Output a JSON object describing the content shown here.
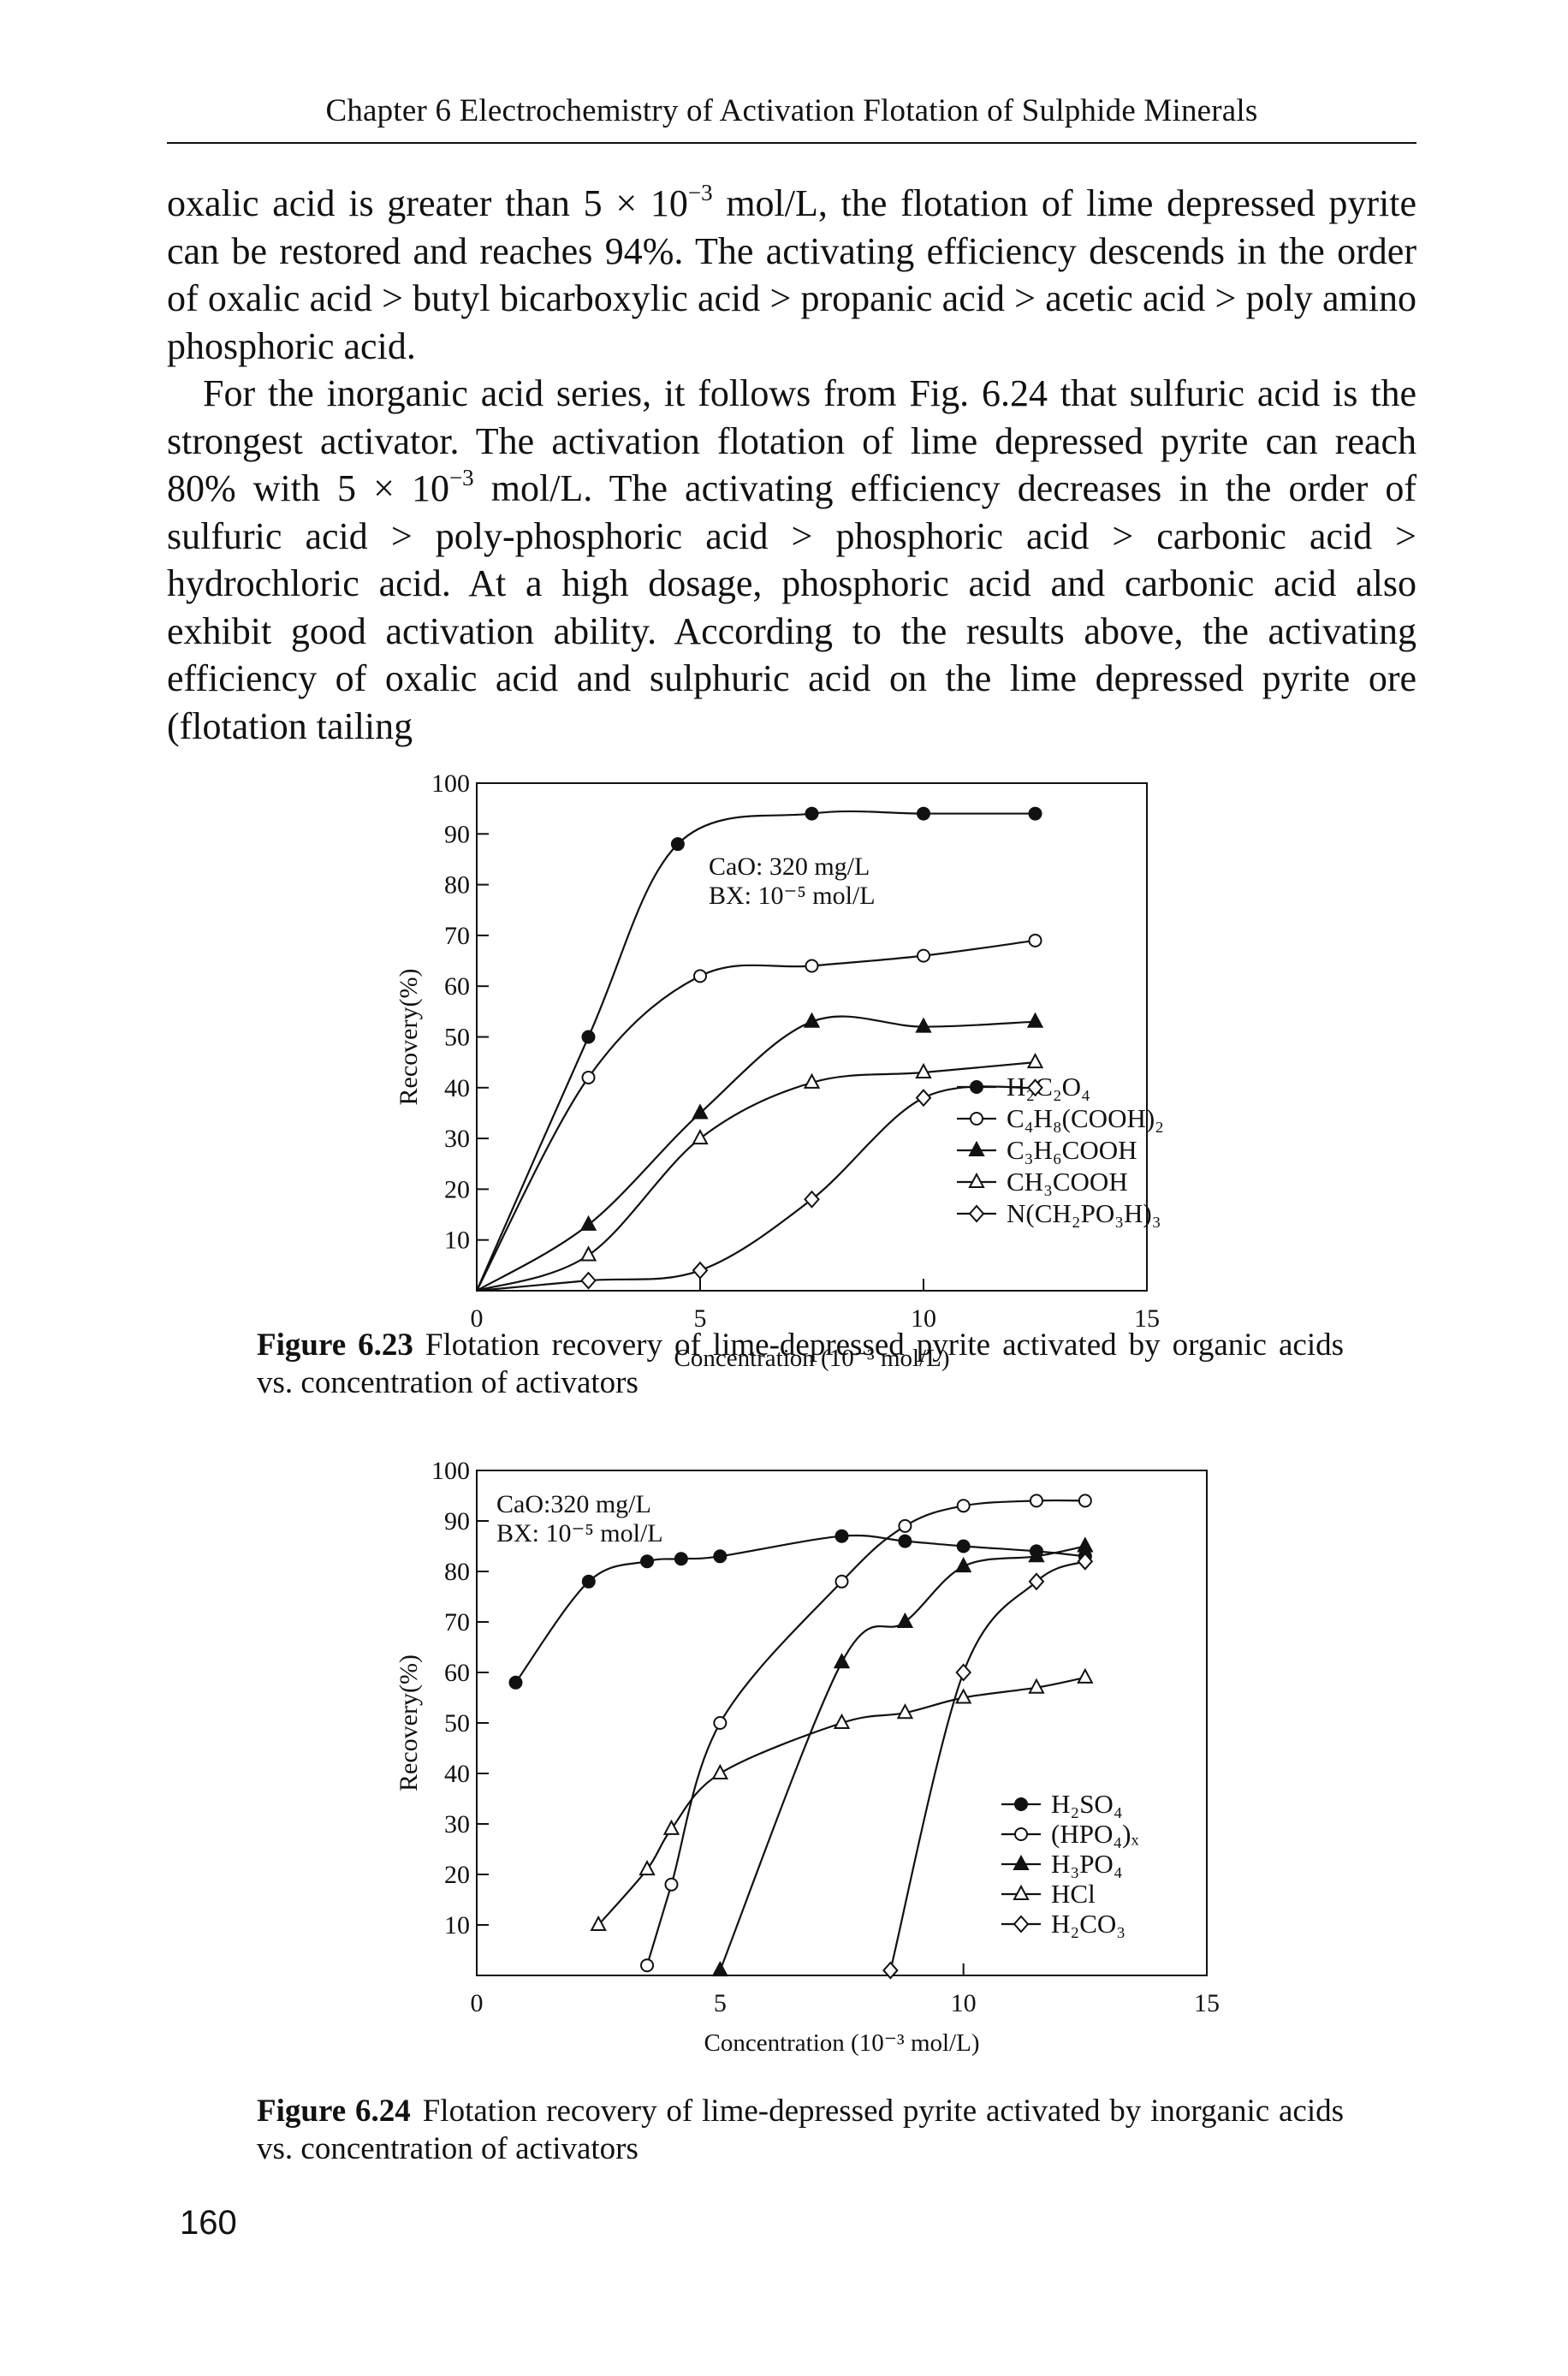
{
  "header": {
    "running_title": "Chapter 6   Electrochemistry of Activation Flotation of Sulphide Minerals"
  },
  "body": {
    "p1": {
      "a": "oxalic acid is greater than 5 × 10",
      "b": "−3",
      "c": " mol/L, the flotation of lime depressed pyrite can be restored and reaches 94%. The activating efficiency descends in the order of oxalic acid > butyl bicarboxylic acid > propanic acid > acetic acid > poly amino phosphoric acid."
    },
    "p2": {
      "a": "For the inorganic acid series, it follows from Fig. 6.24 that sulfuric acid is the strongest activator. The activation flotation of lime depressed pyrite can reach 80% with 5 × 10",
      "b": "−3",
      "c": " mol/L. The activating efficiency decreases in the order of sulfuric acid > poly-phosphoric acid > phosphoric acid > carbonic acid > hydrochloric acid. At a high dosage, phosphoric acid and carbonic acid also exhibit good activation ability. According to the results above, the activating efficiency of oxalic acid and sulphuric acid on the lime depressed pyrite ore (flotation tailing"
    }
  },
  "figure1": {
    "caption_number": "Figure 6.23",
    "caption_text": "Flotation recovery of lime-depressed pyrite activated by organic acids vs. concentration of activators"
  },
  "figure2": {
    "caption_number": "Figure 6.24",
    "caption_text": "Flotation recovery of lime-depressed pyrite activated by inorganic acids vs. concentration of activators"
  },
  "page_number": "160",
  "colors": {
    "ink": "#111111",
    "paper": "#ffffff"
  },
  "chart_data": [
    {
      "type": "line",
      "xlabel": "Concentration (10⁻³ mol/L)",
      "ylabel": "Recovery(%)",
      "xlim": [
        0,
        15
      ],
      "ylim": [
        0,
        100
      ],
      "xticks": [
        0,
        5,
        10,
        15
      ],
      "yticks": [
        10,
        20,
        30,
        40,
        50,
        60,
        70,
        80,
        90,
        100
      ],
      "annotation": [
        "CaO: 320 mg/L",
        "BX: 10⁻⁵ mol/L"
      ],
      "legend_position": "bottom-right",
      "series": [
        {
          "name": "H₂C₂O₄",
          "marker": "filled-circle",
          "points": [
            [
              0,
              0
            ],
            [
              2.5,
              50
            ],
            [
              4.5,
              88
            ],
            [
              7.5,
              94
            ],
            [
              10,
              94
            ],
            [
              12.5,
              94
            ]
          ]
        },
        {
          "name": "C₄H₈(COOH)₂",
          "marker": "open-circle",
          "points": [
            [
              0,
              0
            ],
            [
              2.5,
              42
            ],
            [
              5,
              62
            ],
            [
              7.5,
              64
            ],
            [
              10,
              66
            ],
            [
              12.5,
              69
            ]
          ]
        },
        {
          "name": "C₃H₆COOH",
          "marker": "filled-triangle",
          "points": [
            [
              0,
              0
            ],
            [
              2.5,
              13
            ],
            [
              5,
              35
            ],
            [
              7.5,
              53
            ],
            [
              10,
              52
            ],
            [
              12.5,
              53
            ]
          ]
        },
        {
          "name": "CH₃COOH",
          "marker": "open-triangle",
          "points": [
            [
              0,
              0
            ],
            [
              2.5,
              7
            ],
            [
              5,
              30
            ],
            [
              7.5,
              41
            ],
            [
              10,
              43
            ],
            [
              12.5,
              45
            ]
          ]
        },
        {
          "name": "N(CH₂PO₃H)₃",
          "marker": "open-diamond",
          "points": [
            [
              0,
              0
            ],
            [
              2.5,
              2
            ],
            [
              5,
              4
            ],
            [
              7.5,
              18
            ],
            [
              10,
              38
            ],
            [
              12.5,
              40
            ]
          ]
        }
      ]
    },
    {
      "type": "line",
      "xlabel": "Concentration (10⁻³ mol/L)",
      "ylabel": "Recovery(%)",
      "xlim": [
        0,
        15
      ],
      "ylim": [
        0,
        100
      ],
      "xticks": [
        0,
        5,
        10,
        15
      ],
      "yticks": [
        10,
        20,
        30,
        40,
        50,
        60,
        70,
        80,
        90,
        100
      ],
      "annotation": [
        "CaO:320 mg/L",
        "BX: 10⁻⁵ mol/L"
      ],
      "legend_position": "bottom-right",
      "series": [
        {
          "name": "H₂SO₄",
          "marker": "filled-circle",
          "points": [
            [
              0.8,
              58
            ],
            [
              2.3,
              78
            ],
            [
              3.5,
              82
            ],
            [
              4.2,
              82.5
            ],
            [
              5,
              83
            ],
            [
              7.5,
              87
            ],
            [
              8.8,
              86
            ],
            [
              10,
              85
            ],
            [
              11.5,
              84
            ],
            [
              12.5,
              83
            ]
          ]
        },
        {
          "name": "(HPO₄)ₓ",
          "marker": "open-circle",
          "points": [
            [
              3.5,
              2
            ],
            [
              4,
              18
            ],
            [
              5,
              50
            ],
            [
              7.5,
              78
            ],
            [
              8.8,
              89
            ],
            [
              10,
              93
            ],
            [
              11.5,
              94
            ],
            [
              12.5,
              94
            ]
          ]
        },
        {
          "name": "H₃PO₄",
          "marker": "filled-triangle",
          "points": [
            [
              5,
              1
            ],
            [
              7.5,
              62
            ],
            [
              8.8,
              70
            ],
            [
              10,
              81
            ],
            [
              11.5,
              83
            ],
            [
              12.5,
              85
            ]
          ]
        },
        {
          "name": "HCl",
          "marker": "open-triangle",
          "points": [
            [
              2.5,
              10
            ],
            [
              3.5,
              21
            ],
            [
              4,
              29
            ],
            [
              5,
              40
            ],
            [
              7.5,
              50
            ],
            [
              8.8,
              52
            ],
            [
              10,
              55
            ],
            [
              11.5,
              57
            ],
            [
              12.5,
              59
            ]
          ]
        },
        {
          "name": "H₂CO₃",
          "marker": "open-diamond",
          "points": [
            [
              8.5,
              1
            ],
            [
              10,
              60
            ],
            [
              11.5,
              78
            ],
            [
              12.5,
              82
            ]
          ]
        }
      ]
    }
  ]
}
